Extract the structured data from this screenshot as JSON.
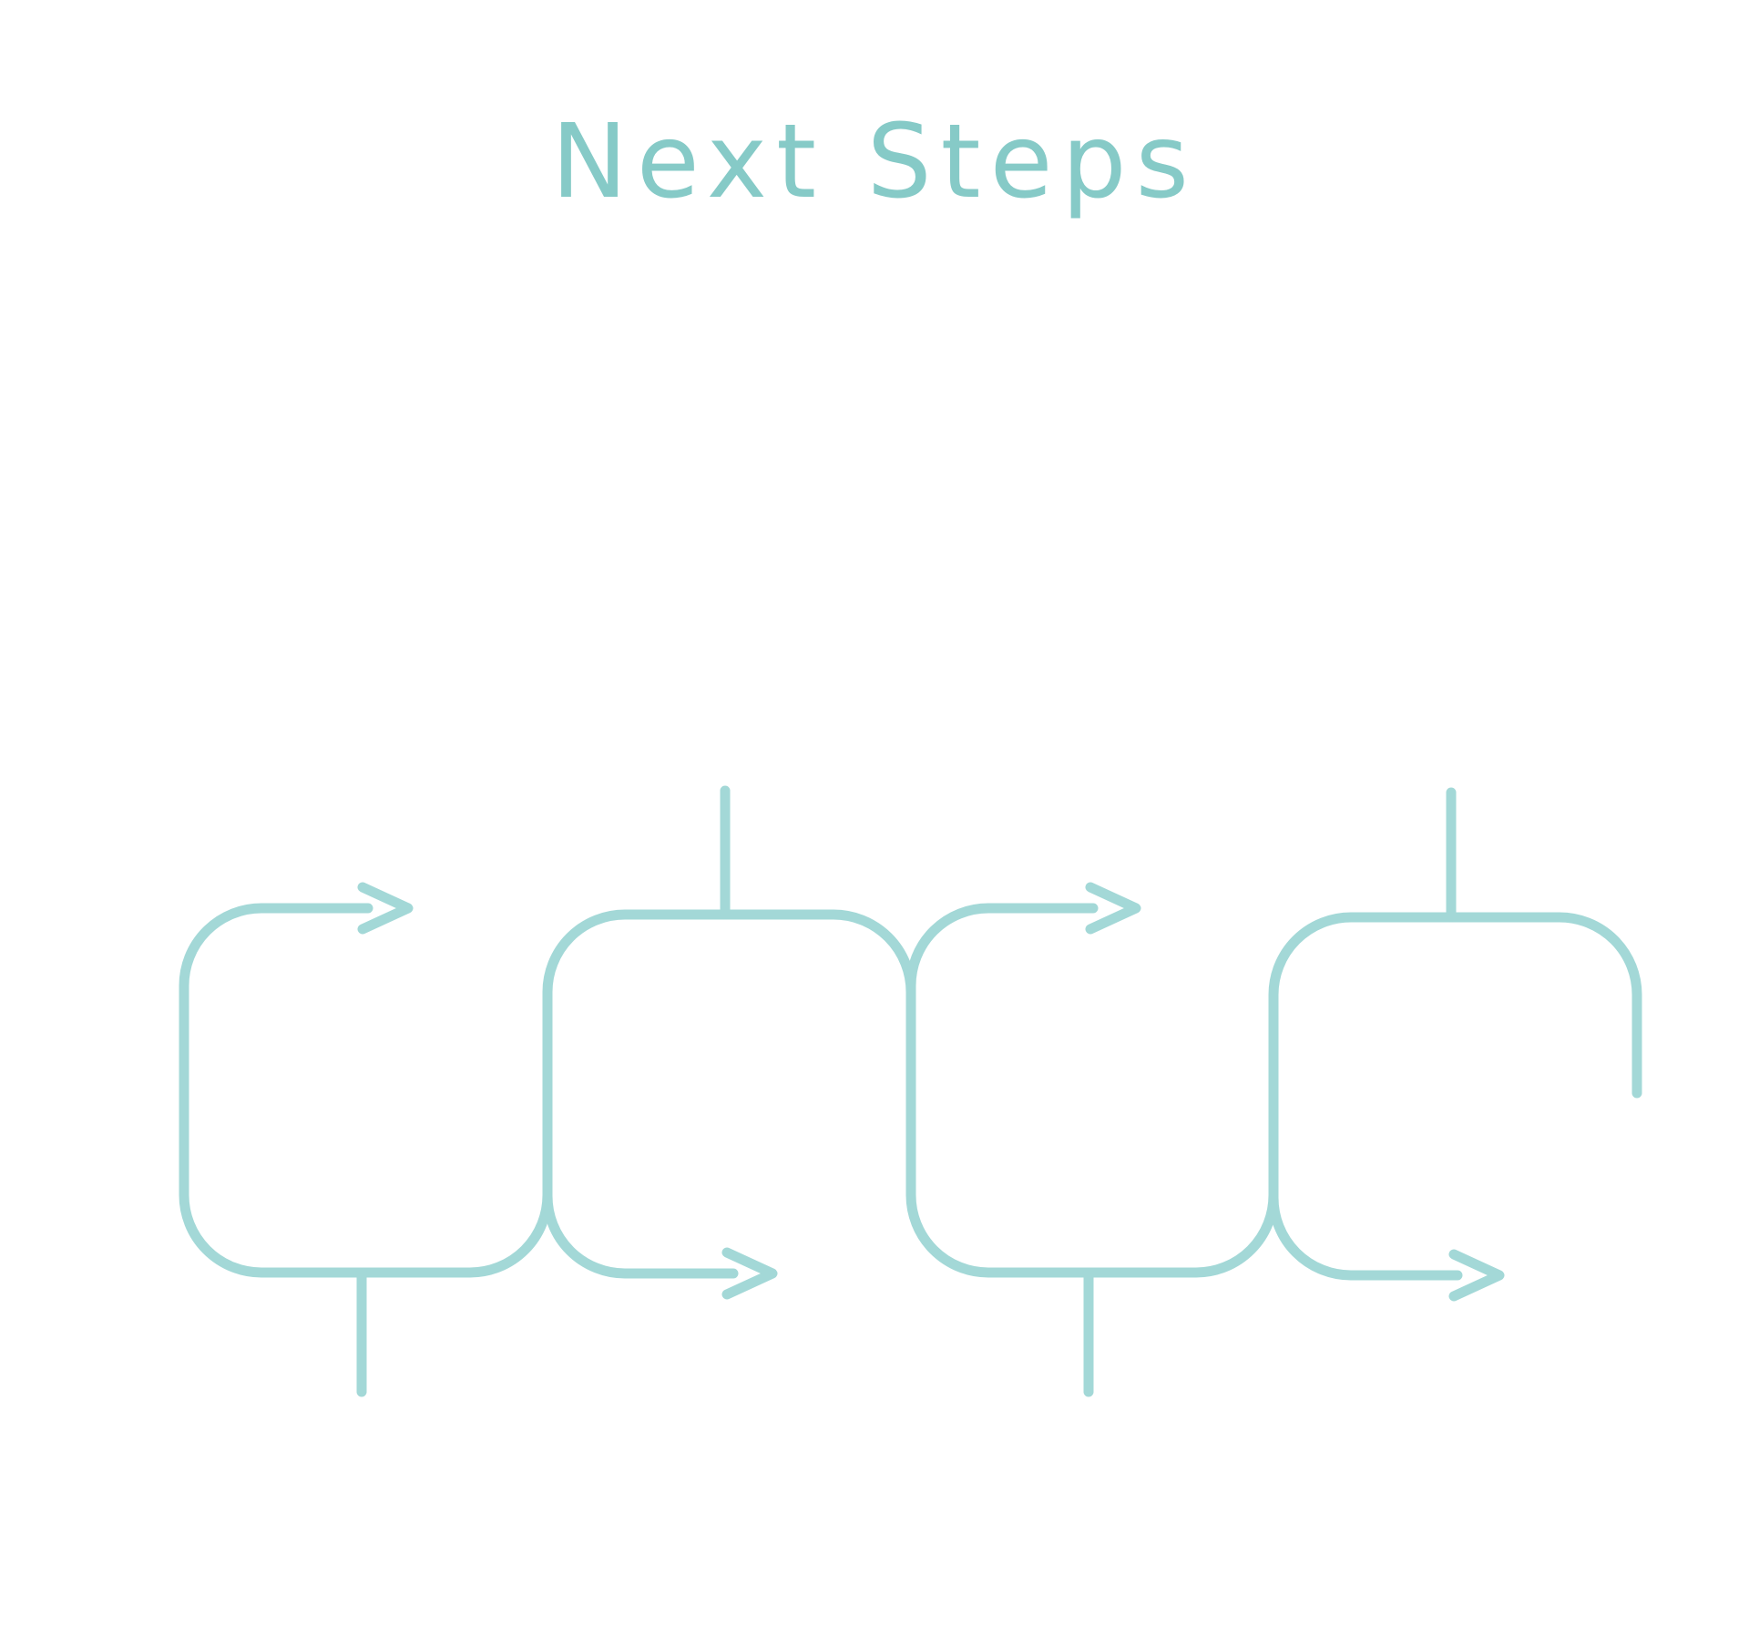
{
  "title": "Next Steps",
  "colors": {
    "title": "#86CAC7",
    "line": "#A3D8D7",
    "background": "#FFFFFF"
  },
  "diagram": {
    "type": "process-flow",
    "stages": [
      {
        "id": "step-1",
        "arrow": "top-right",
        "stem": "bottom"
      },
      {
        "id": "step-2",
        "arrow": "bottom-right",
        "stem": "top"
      },
      {
        "id": "step-3",
        "arrow": "top-right",
        "stem": "bottom"
      },
      {
        "id": "step-4",
        "arrow": "bottom-right",
        "stem": "top"
      }
    ],
    "icons": [
      "arrow-right-icon"
    ]
  }
}
